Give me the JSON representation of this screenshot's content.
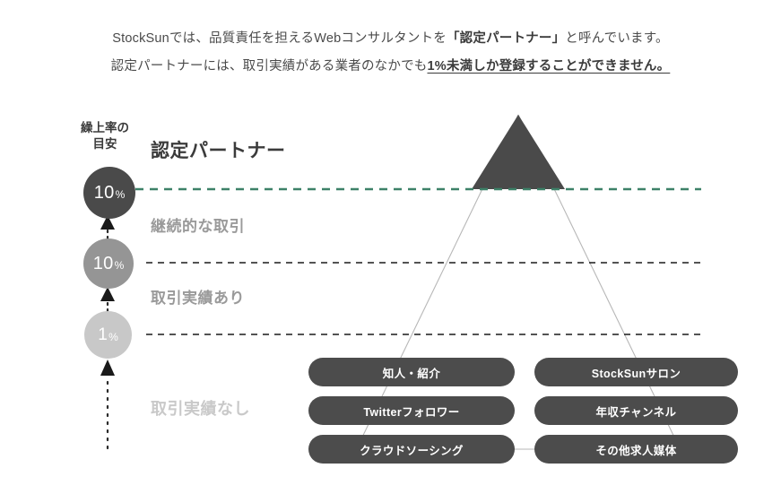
{
  "header": {
    "line1_pre": "StockSunでは、品質責任を担えるWebコンサルタントを",
    "line1_bold": "「認定パートナー」",
    "line1_post": "と呼んでいます。",
    "line2_pre": "認定パートナーには、取引実績がある業者のなかでも",
    "line2_underline": "1%未満しか登録することができません。"
  },
  "left_axis": {
    "caption": "繰上率の\n目安",
    "circles": [
      {
        "value": "10",
        "unit": "%",
        "color": "#4a4a4a"
      },
      {
        "value": "10",
        "unit": "%",
        "color": "#959595"
      },
      {
        "value": "1",
        "unit": "%",
        "color": "#c8c8c8"
      }
    ]
  },
  "tiers": [
    {
      "label": "認定パートナー",
      "color": "#3b3b3b"
    },
    {
      "label": "継続的な取引",
      "color": "#9a9a9a"
    },
    {
      "label": "取引実績あり",
      "color": "#9a9a9a"
    },
    {
      "label": "取引実績なし",
      "color": "#c9c9c9"
    }
  ],
  "sources": {
    "left_column": [
      "知人・紹介",
      "Twitterフォロワー",
      "クラウドソーシング"
    ],
    "right_column": [
      "StockSunサロン",
      "年収チャンネル",
      "その他求人媒体"
    ]
  },
  "colors": {
    "pyramid_fill": "#4a4a4a",
    "pyramid_outline": "#b7b7b7",
    "divider_top": "#3d8168",
    "divider_mid": "#1a1a1a",
    "pill_fill": "#4c4c4c"
  }
}
